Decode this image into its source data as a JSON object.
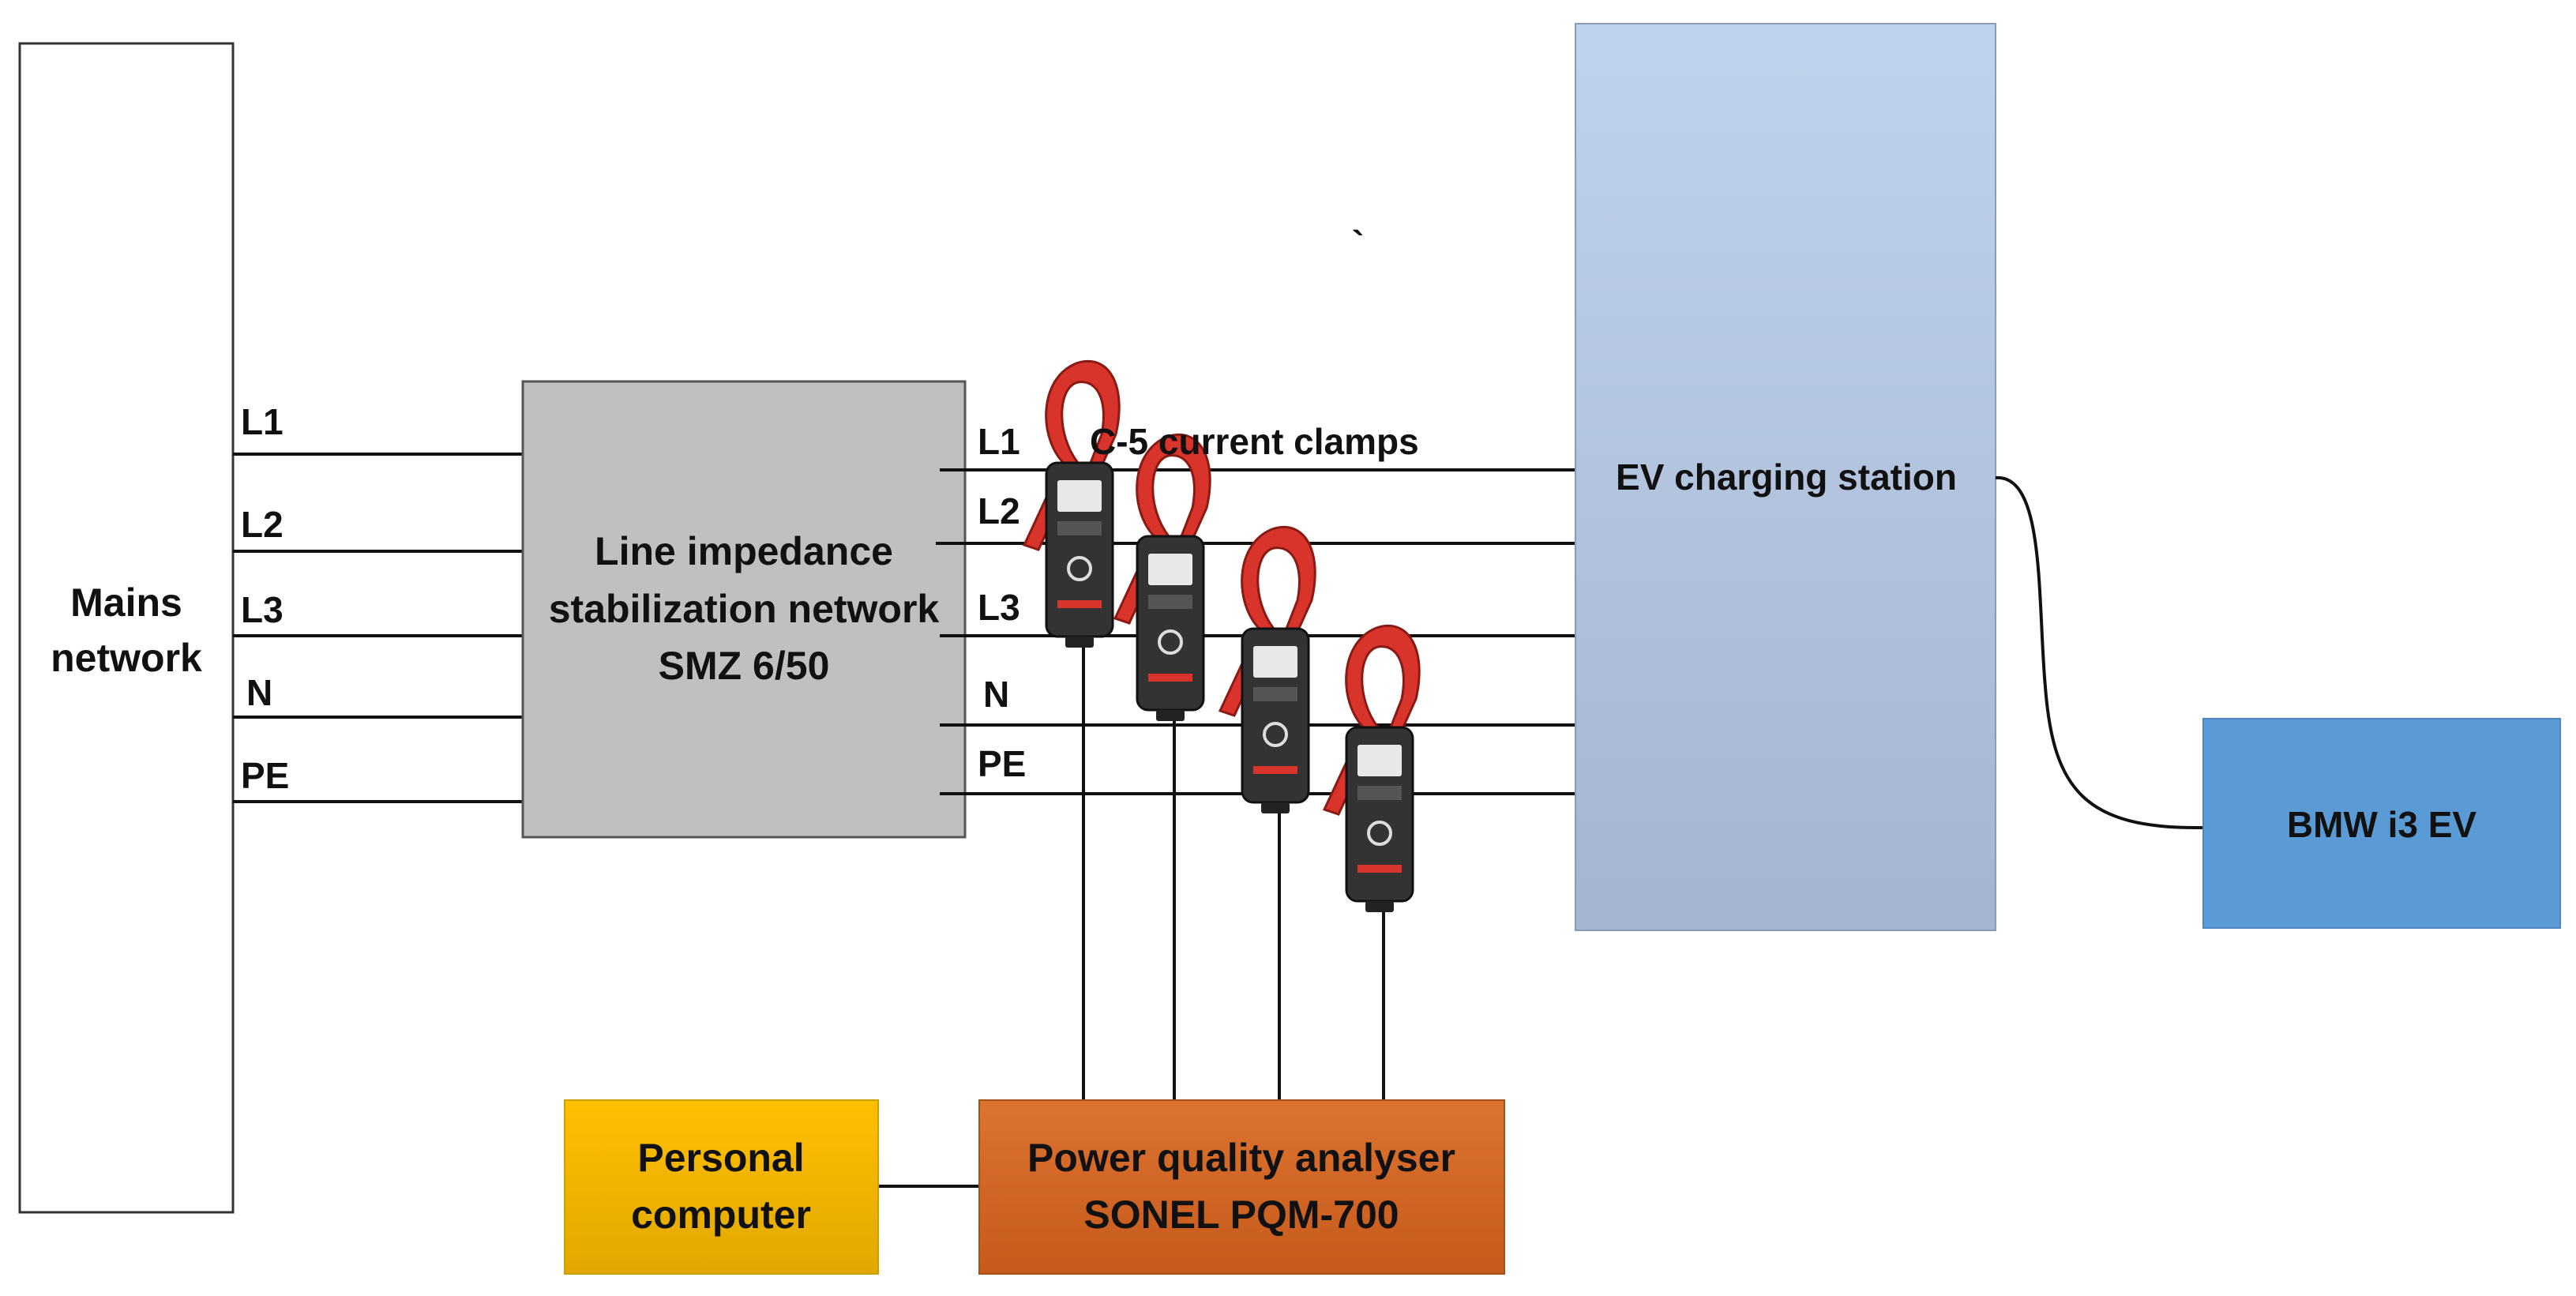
{
  "mains": {
    "title_line1": "Mains",
    "title_line2": "network"
  },
  "lisn": {
    "line1": "Line impedance",
    "line2": "stabilization network",
    "line3": "SMZ 6/50",
    "input_labels": [
      "L1",
      "L2",
      "L3",
      "N",
      "PE"
    ],
    "output_labels": [
      "L1",
      "L2",
      "L3",
      "N",
      "PE"
    ]
  },
  "clamps_label": "C-5 current clamps",
  "stray_mark": "`",
  "ev_station": {
    "label": "EV charging station"
  },
  "ev": {
    "label": "BMW i3 EV"
  },
  "pc": {
    "line1": "Personal",
    "line2": "computer"
  },
  "analyser": {
    "line1": "Power quality analyser",
    "line2": "SONEL PQM-700"
  },
  "colors": {
    "lisn_fill": "#c0c0c0",
    "ev_station_fill": "#aabbd9",
    "ev_fill": "#5b9bd5",
    "pc_fill": "#f2b800",
    "analyser_fill": "#d2691e",
    "clamp_jaw": "#d9342b",
    "clamp_body": "#333333"
  }
}
